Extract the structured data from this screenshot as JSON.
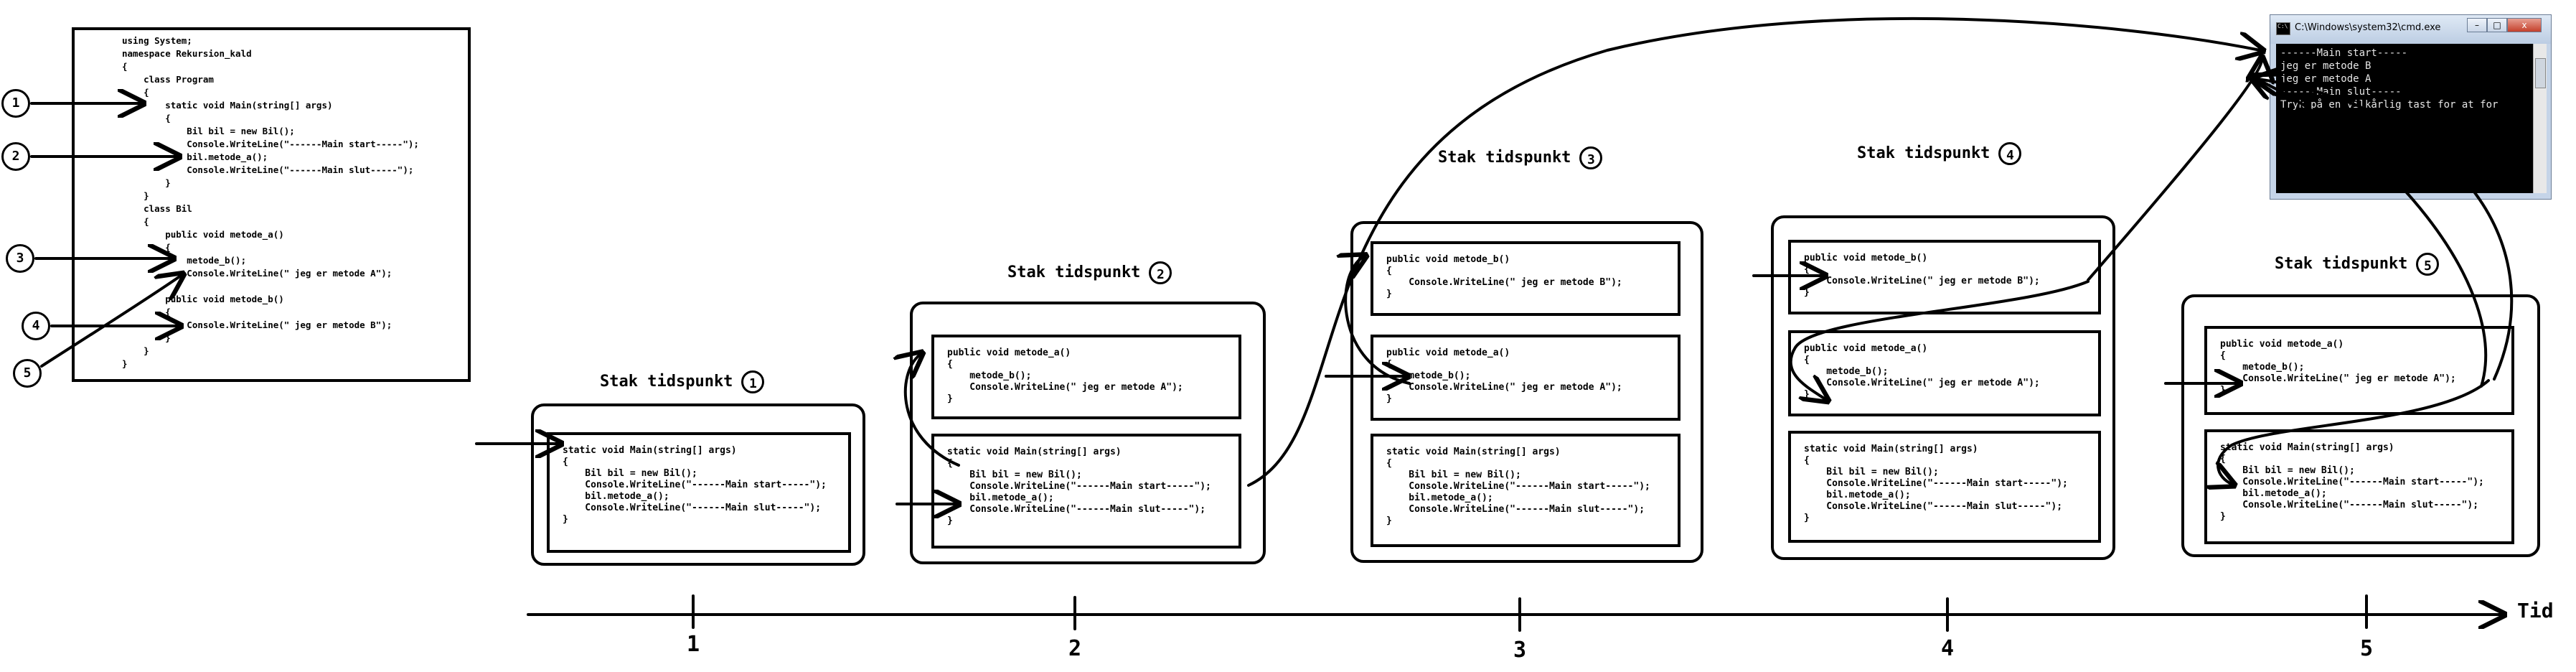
{
  "source": {
    "code": "using System;\nnamespace Rekursion_kald\n{\n    class Program\n    {\n        static void Main(string[] args)\n        {\n            Bil bil = new Bil();\n            Console.WriteLine(\"------Main start-----\");\n            bil.metode_a();\n            Console.WriteLine(\"------Main slut-----\");\n        }\n    }\n    class Bil\n    {\n        public void metode_a()\n        {\n            metode_b();\n            Console.WriteLine(\" jeg er metode A\");\n\n        public void metode_b()\n        {\n            Console.WriteLine(\" jeg er metode B\");\n        }\n    }\n}",
    "markers": [
      "1",
      "2",
      "3",
      "4",
      "5"
    ]
  },
  "code_blocks": {
    "main": "static void Main(string[] args)\n{\n    Bil bil = new Bil();\n    Console.WriteLine(\"------Main start-----\");\n    bil.metode_a();\n    Console.WriteLine(\"------Main slut-----\");\n}",
    "metode_a": "public void metode_a()\n{\n    metode_b();\n    Console.WriteLine(\" jeg er metode A\");\n}",
    "metode_b": "public void metode_b()\n{\n    Console.WriteLine(\" jeg er metode B\");\n}"
  },
  "stacks": [
    {
      "title": "Stak tidspunkt",
      "number": "1"
    },
    {
      "title": "Stak tidspunkt",
      "number": "2"
    },
    {
      "title": "Stak tidspunkt",
      "number": "3"
    },
    {
      "title": "Stak tidspunkt",
      "number": "4"
    },
    {
      "title": "Stak tidspunkt",
      "number": "5"
    }
  ],
  "timeline": {
    "ticks": [
      "1",
      "2",
      "3",
      "4",
      "5"
    ],
    "label": "Tid"
  },
  "console_window": {
    "title": "C:\\Windows\\system32\\cmd.exe",
    "output": "------Main start-----\njeg er metode B\njeg er metode A\n------Main slut-----\nTryk på en vilkårlig tast for at for",
    "buttons": {
      "minimize": "–",
      "maximize": "□",
      "close": "x"
    }
  }
}
